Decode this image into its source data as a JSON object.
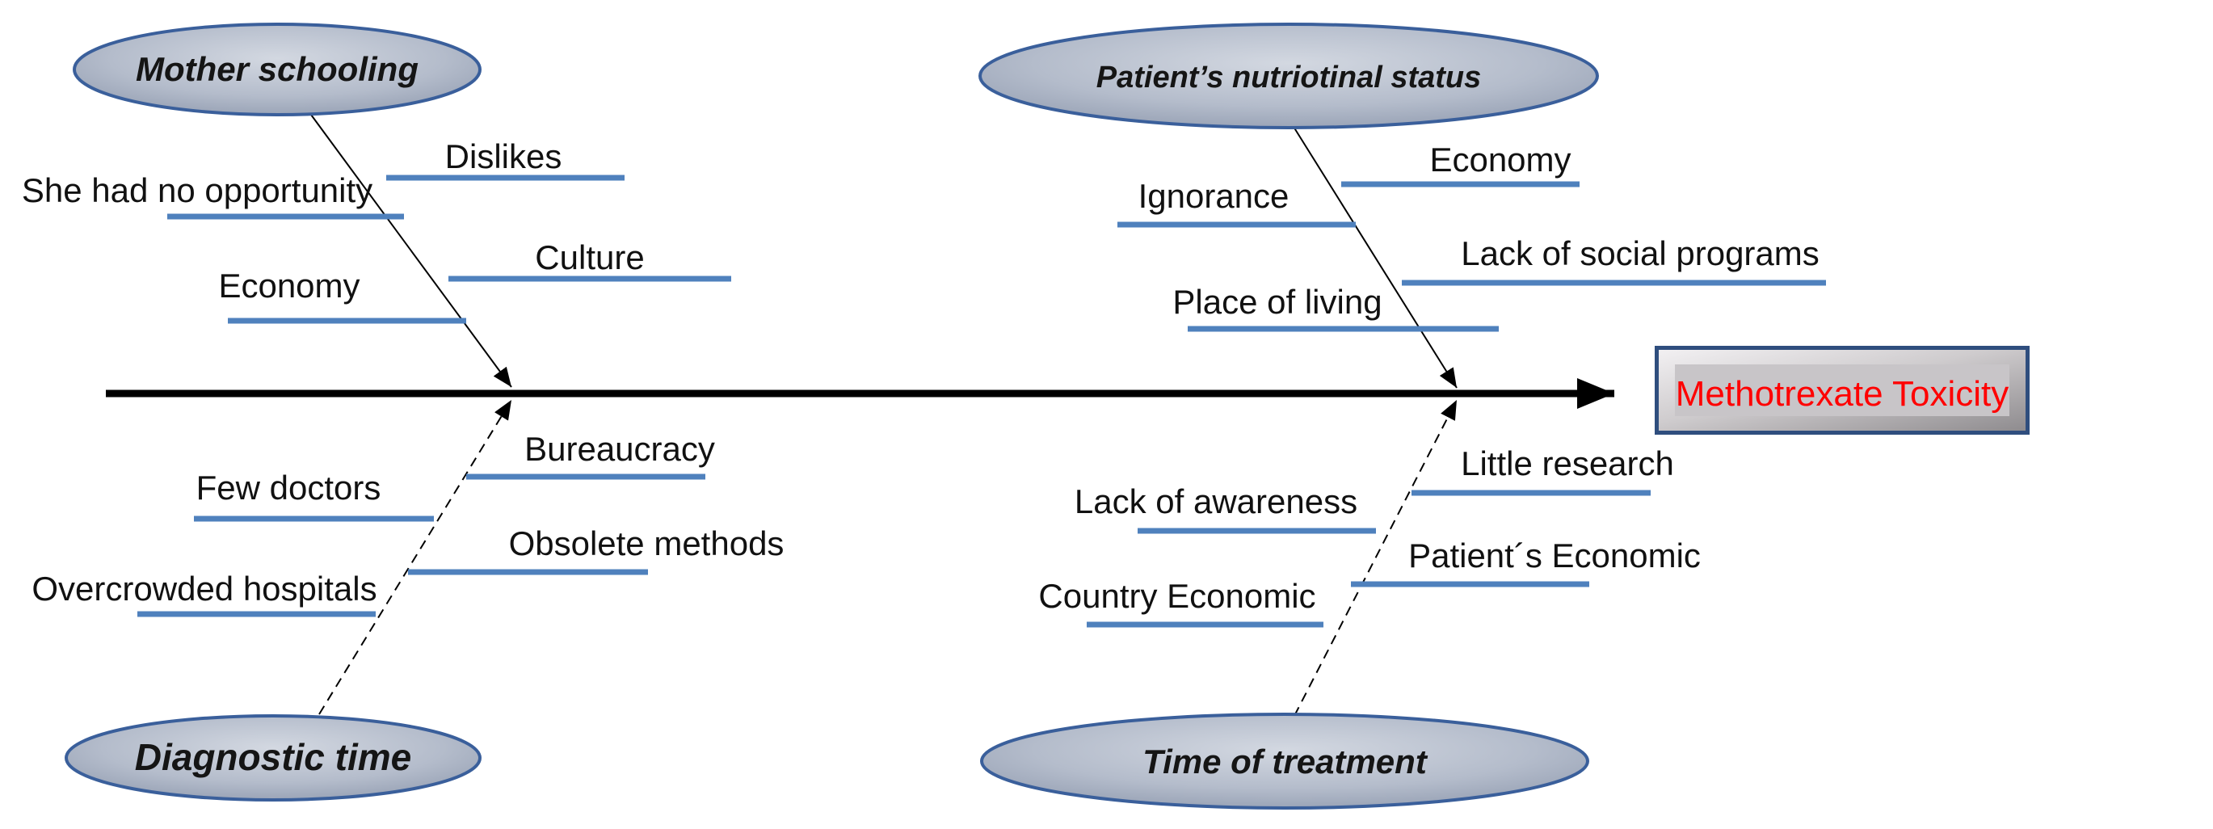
{
  "fishbone": {
    "effect": {
      "label": "Methotrexate Toxicity",
      "text_color": "#ff0000"
    },
    "branches": [
      {
        "category": "Mother schooling",
        "position": "top-left",
        "causes": [
          {
            "label": "Dislikes"
          },
          {
            "label": "She had no opportunity"
          },
          {
            "label": "Culture"
          },
          {
            "label": "Economy"
          }
        ]
      },
      {
        "category": "Patient’s nutriotinal status",
        "position": "top-right",
        "causes": [
          {
            "label": "Economy"
          },
          {
            "label": "Ignorance"
          },
          {
            "label": "Lack of social programs"
          },
          {
            "label": "Place of living"
          }
        ]
      },
      {
        "category": "Diagnostic time",
        "position": "bottom-left",
        "causes": [
          {
            "label": "Bureaucracy"
          },
          {
            "label": "Few doctors"
          },
          {
            "label": "Obsolete methods"
          },
          {
            "label": "Overcrowded hospitals"
          }
        ]
      },
      {
        "category": "Time of treatment",
        "position": "bottom-right",
        "causes": [
          {
            "label": "Little  research"
          },
          {
            "label": "Lack of awareness"
          },
          {
            "label": "Patient´s Economic"
          },
          {
            "label": "Country Economic"
          }
        ]
      }
    ],
    "colors": {
      "underline": "#4f81bd",
      "spine": "#000000",
      "branch_line": "#000000",
      "ellipse_border": "#3a5f9b",
      "box_border": "#2f4e7e",
      "effect_text": "#ff0000"
    }
  }
}
